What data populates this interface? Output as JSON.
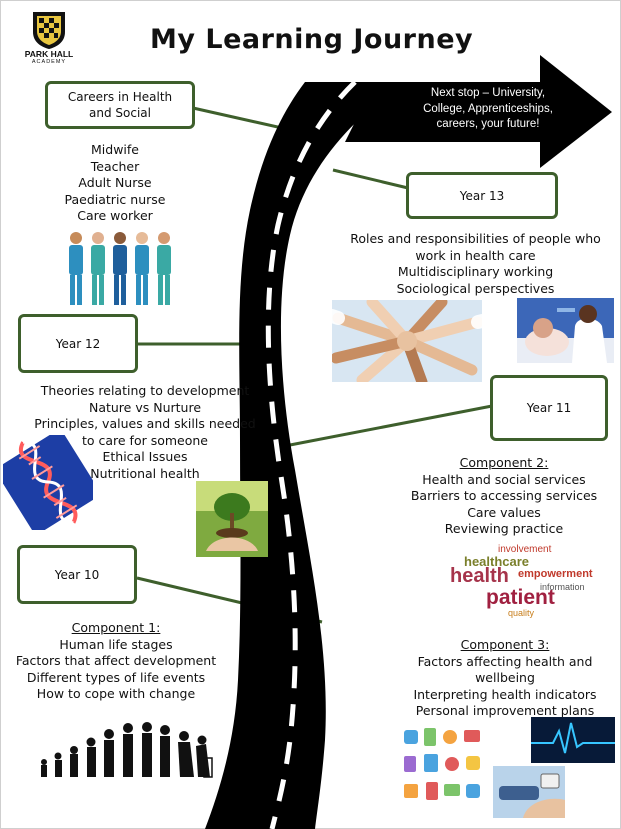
{
  "header": {
    "title": "My Learning Journey",
    "logo_name": "PARK HALL",
    "logo_sub": "ACADEMY"
  },
  "destination": {
    "lines": [
      "Next stop – University,",
      "College, Apprenticeships,",
      "careers, your future!"
    ]
  },
  "careers": {
    "box_lines": [
      "Careers in Health",
      "and Social"
    ],
    "items": [
      "Midwife",
      "Teacher",
      "Adult Nurse",
      "Paediatric nurse",
      "Care worker"
    ]
  },
  "year13": {
    "label": "Year 13",
    "items": [
      "Roles and responsibilities of people who",
      "work in health care",
      "Multidisciplinary working",
      "Sociological perspectives"
    ]
  },
  "year12": {
    "label": "Year 12",
    "items": [
      "Theories relating to development",
      "Nature vs Nurture",
      "Principles, values and skills needed",
      "to care for someone",
      "Ethical Issues",
      "Nutritional health"
    ]
  },
  "year11": {
    "label": "Year 11",
    "heading": "Component 2:",
    "items": [
      "Health and social services",
      "Barriers to accessing services",
      "Care values",
      "Reviewing practice"
    ]
  },
  "year10": {
    "label": "Year 10",
    "heading": "Component 1:",
    "items": [
      "Human life stages",
      "Factors that affect development",
      "Different types of life events",
      "How to cope with change"
    ]
  },
  "component3": {
    "heading": "Component 3:",
    "items": [
      "Factors affecting health and",
      "wellbeing",
      "Interpreting health indicators",
      "Personal improvement plans"
    ]
  },
  "wordcloud": {
    "words": [
      "involvement",
      "healthcare",
      "health",
      "empowerment",
      "patient",
      "information",
      "quality"
    ]
  },
  "colors": {
    "box_border": "#3e5f2c",
    "road": "#000000",
    "lane": "#ffffff"
  }
}
